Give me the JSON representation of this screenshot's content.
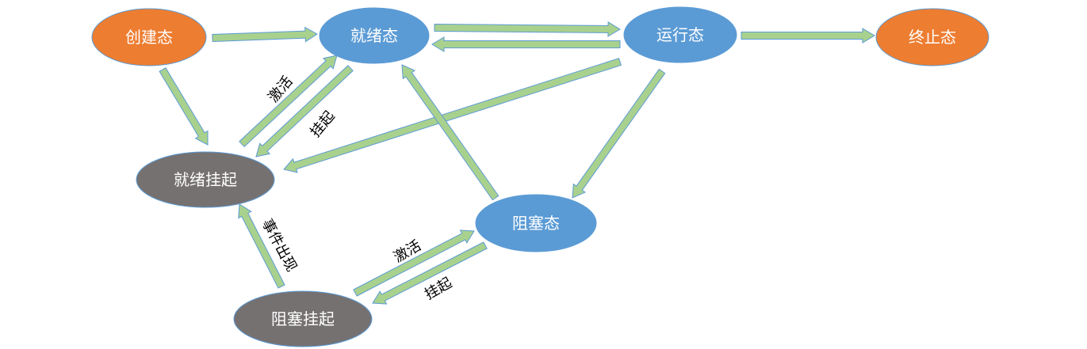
{
  "colors": {
    "start_end_state": "#ED7D31",
    "process_state": "#5B9BD5",
    "suspended_state": "#767171",
    "arrow_fill": "#A9D18E",
    "arrow_stroke": "#5B9BD5"
  },
  "nodes": {
    "created": "创建态",
    "ready": "就绪态",
    "running": "运行态",
    "terminated": "终止态",
    "ready_suspended": "就绪挂起",
    "blocked": "阻塞态",
    "blocked_suspended": "阻塞挂起"
  },
  "edge_labels": {
    "ready_suspended_to_ready": "激活",
    "ready_to_ready_suspended": "挂起",
    "blocked_suspended_to_ready_suspended": "事件出现",
    "blocked_suspended_to_blocked": "激活",
    "blocked_to_blocked_suspended": "挂起"
  }
}
